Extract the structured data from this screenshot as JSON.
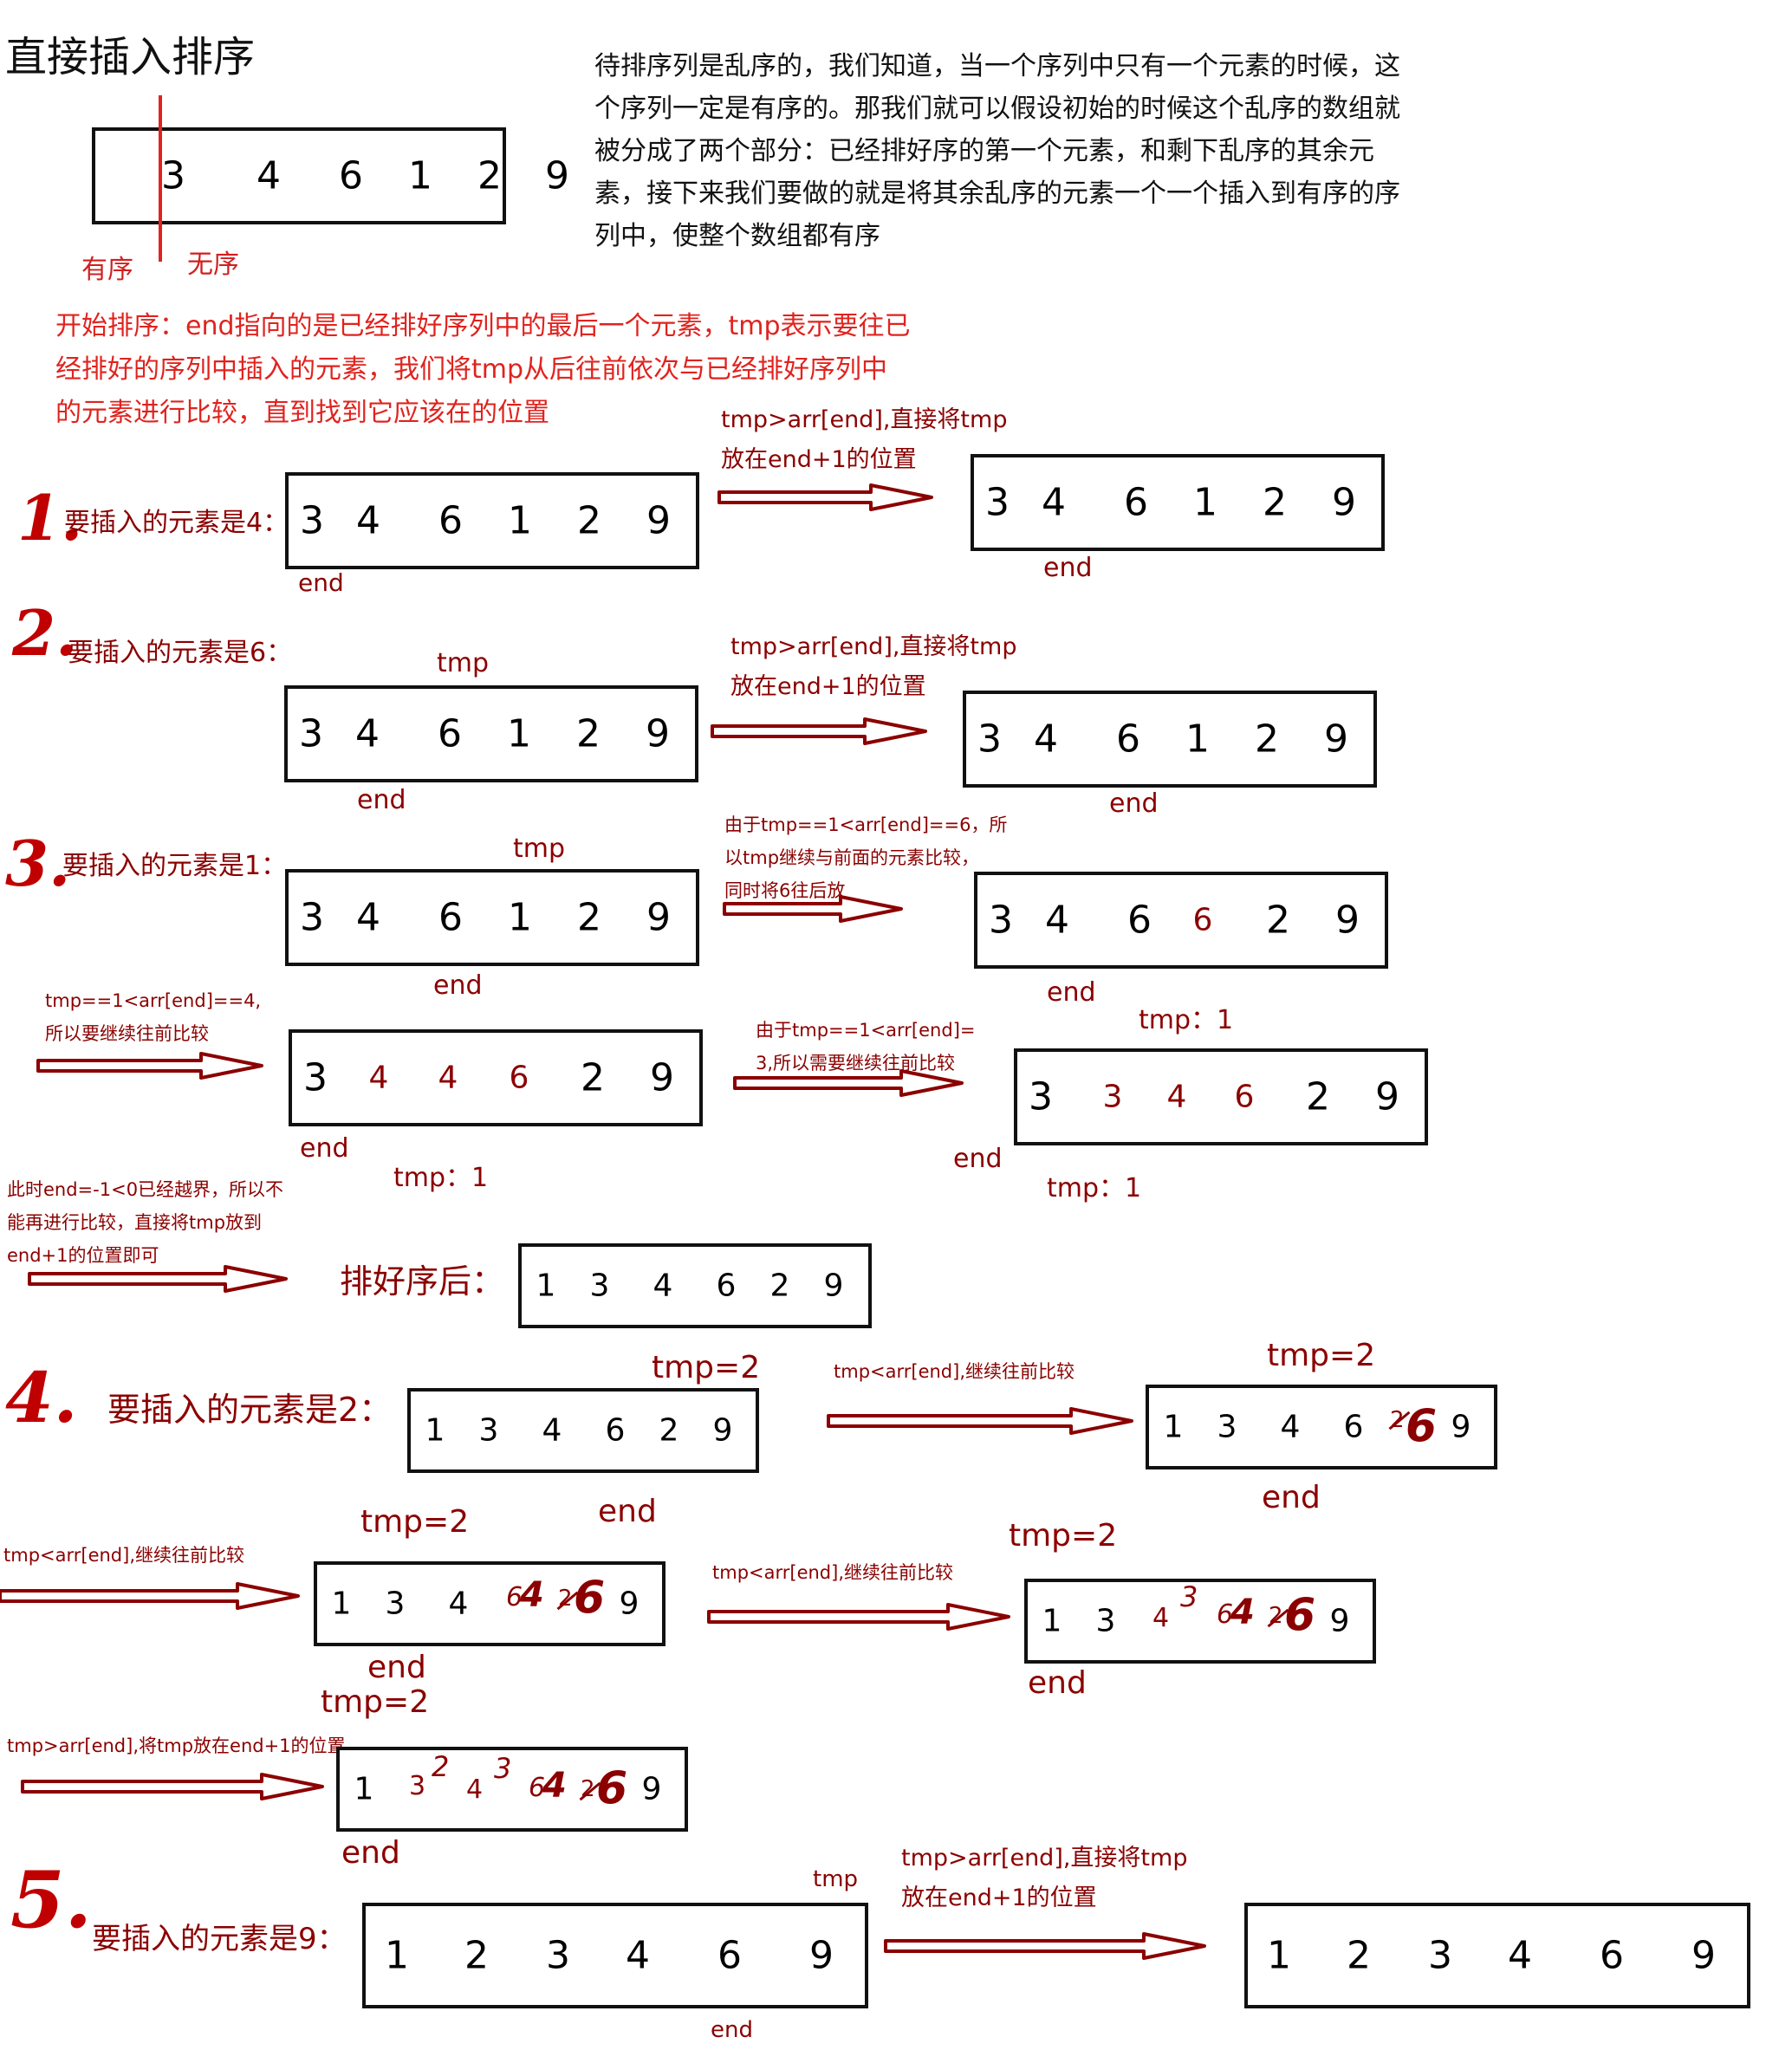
{
  "title": "直接插入排序",
  "intro": "待排序列是乱序的，我们知道，当一个序列中只有一个元素的时候，这个序列一定是有序的。那我们就可以假设初始的时候这个乱序的数组就被分成了两个部分：已经排好序的第一个元素，和剩下乱序的其余元素，接下来我们要做的就是将其余乱序的元素一个一个插入到有序的序列中，使整个数组都有序",
  "demo": {
    "values": [
      "3",
      "4",
      "6",
      "1",
      "2",
      "9"
    ],
    "sorted_label": "有序",
    "unsorted_label": "无序"
  },
  "start_text": "开始排序：end指向的是已经排好序列中的最后一个元素，tmp表示要往已经排好的序列中插入的元素，我们将tmp从后往前依次与已经排好序列中的元素进行比较，直到找到它应该在的位置",
  "labels": {
    "tmp": "tmp",
    "end": "end",
    "tmp_eq2": "tmp=2",
    "tmp_1": "tmp：1"
  },
  "steps": {
    "s1": {
      "num": "1.",
      "label": "要插入的元素是4：",
      "note": [
        "tmp>arr[end],直接将tmp",
        "放在end+1的位置"
      ]
    },
    "s2": {
      "num": "2.",
      "label": "要插入的元素是6：",
      "note": [
        "tmp>arr[end],直接将tmp",
        "放在end+1的位置"
      ]
    },
    "s3": {
      "num": "3.",
      "label": "要插入的元素是1：",
      "note_a": [
        "由于tmp==1<arr[end]==6，所",
        "以tmp继续与前面的元素比较，",
        "同时将6往后放"
      ],
      "note_b": [
        "tmp==1<arr[end]==4,",
        "所以要继续往前比较"
      ],
      "note_c": [
        "由于tmp==1<arr[end]=",
        "3,所以需要继续往前比较"
      ],
      "note_d": [
        "此时end=-1<0已经越界，所以不",
        "能再进行比较，直接将tmp放到",
        "end+1的位置即可"
      ],
      "sorted_label": "排好序后："
    },
    "s4": {
      "num": "4.",
      "label": "要插入的元素是2：",
      "note": "tmp<arr[end],继续往前比较",
      "note_last": "tmp>arr[end],将tmp放在end+1的位置"
    },
    "s5": {
      "num": "5.",
      "label": "要插入的元素是9：",
      "note": [
        "tmp>arr[end],直接将tmp",
        "放在end+1的位置"
      ]
    }
  },
  "arrays": {
    "base": [
      "3",
      "4",
      "6",
      "1",
      "2",
      "9"
    ],
    "s3b": [
      "3",
      "4",
      "6",
      "6",
      "2",
      "9"
    ],
    "s3c": [
      "3",
      "4",
      "4",
      "6",
      "2",
      "9"
    ],
    "s3d": [
      "3",
      "3",
      "4",
      "6",
      "2",
      "9"
    ],
    "sorted3": [
      "1",
      "3",
      "4",
      "6",
      "2",
      "9"
    ],
    "s4a": [
      "1",
      "3",
      "4",
      "6",
      "2",
      "9"
    ],
    "s4b": [
      "1",
      "3",
      "4",
      "6",
      "",
      "9"
    ],
    "s4c": [
      "1",
      "3",
      "4",
      "",
      "",
      "9"
    ],
    "s4d": [
      "1",
      "3",
      "",
      "",
      "",
      "9"
    ],
    "s4e": [
      "1",
      "",
      "",
      "",
      "",
      "9"
    ],
    "final": [
      "1",
      "2",
      "3",
      "4",
      "6",
      "9"
    ]
  },
  "corrections": {
    "c2": "2",
    "c3": "3",
    "c4": "4",
    "c6": "6"
  },
  "colors": {
    "red": "#d11f1f",
    "dark_red": "#8b0000",
    "blue": "#1a9ad6",
    "border": "#111111"
  }
}
